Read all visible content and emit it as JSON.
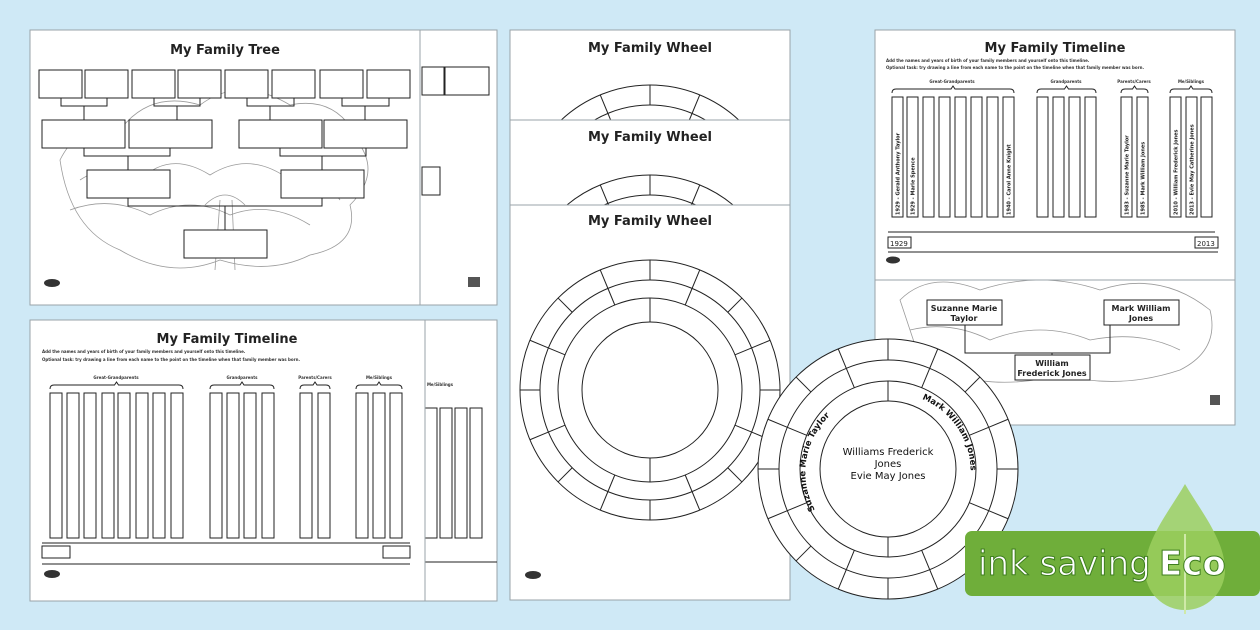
{
  "colors": {
    "background": "#cfe9f6",
    "eco_badge": "#6fae3a",
    "eco_leaf": "#9ccf5f"
  },
  "family_tree": {
    "title": "My Family Tree"
  },
  "timeline_left": {
    "title": "My Family Timeline",
    "instruction1": "Add the names and years of birth of your family members and yourself onto this timeline.",
    "instruction2": "Optional task: try drawing a line from each name to the point on the timeline when that family member was born.",
    "groups": [
      "Great-Grandparents",
      "Grandparents",
      "Parents/Carers",
      "Me/Siblings"
    ],
    "back_group": "Me/Siblings"
  },
  "wheels": {
    "titles": [
      "My Family Wheel",
      "My Family Wheel",
      "My Family Wheel"
    ]
  },
  "timeline_right": {
    "title": "My Family Timeline",
    "instruction1": "Add the names and years of birth of your family members and yourself onto this timeline.",
    "instruction2": "Optional task: try drawing a line from each name to the point on the timeline when that family member was born.",
    "groups": [
      "Great-Grandparents",
      "Grandparents",
      "Parents/Carers",
      "Me/Siblings"
    ],
    "entries": {
      "gg1": "1929 - Gerald Anthony Taylor",
      "gg2": "1929 - Marie Spence",
      "gg8": "1940 - Carol Anne Knight",
      "p1": "1983 - Suzanne Marie Taylor",
      "p2": "1985 - Mark William Jones",
      "m1": "2010 - William Frederick Jones",
      "m2": "2013 - Evie May Catherine Jones"
    },
    "start_year": "1929",
    "end_year": "2013"
  },
  "tree_right": {
    "names": [
      "Suzanne Marie",
      "Taylor",
      "Mark William",
      "Jones",
      "William",
      "Frederick Jones"
    ]
  },
  "filled_wheel": {
    "center": [
      "Williams Frederick",
      "Jones",
      "Evie May Jones"
    ],
    "left_arc": "Suzanne Marie Taylor",
    "right_arc": "Mark William Jones"
  },
  "badge": {
    "text": "ink saving",
    "eco": "Eco"
  }
}
